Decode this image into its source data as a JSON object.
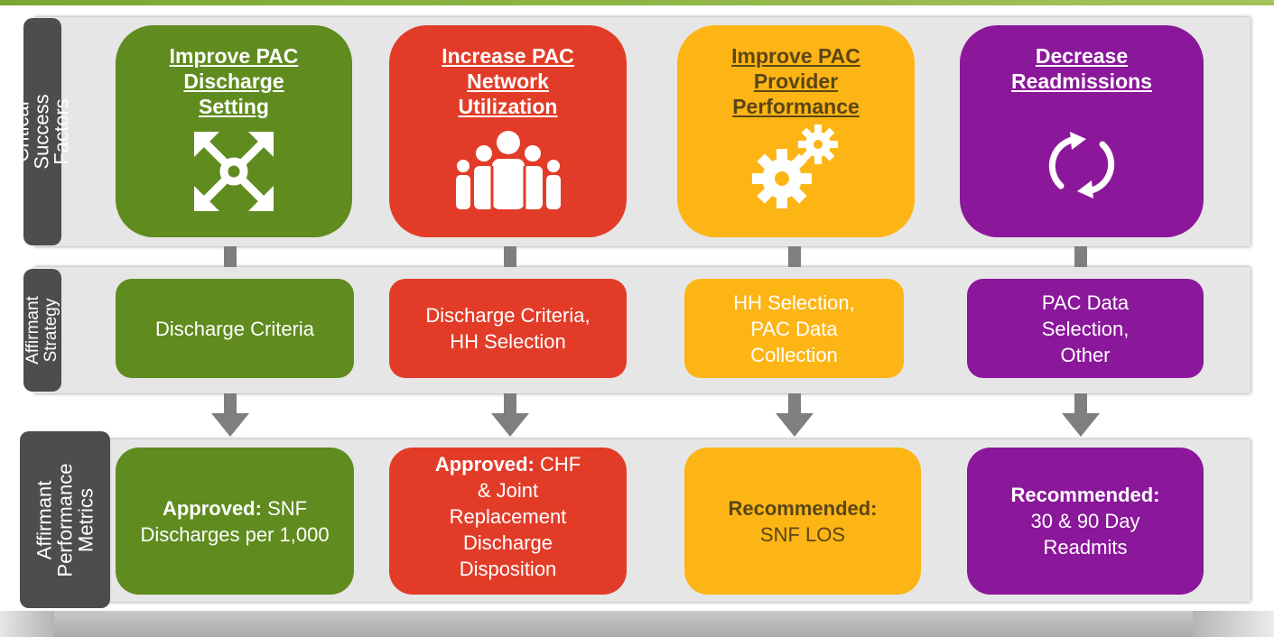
{
  "row_labels": {
    "csf": "Critical Success\nFactors",
    "strategy": "Affirmant\nStrategy",
    "metrics": "Affirmant\nPerformance\nMetrics"
  },
  "columns": [
    {
      "color": "#5f8b1f",
      "csf_title": "Improve PAC\nDischarge\nSetting",
      "icon": "expand-arrows-icon",
      "strategy": "Discharge Criteria",
      "metric_bold": "Approved:",
      "metric_text": "SNF Discharges per 1,000"
    },
    {
      "color": "#e23c29",
      "csf_title": "Increase PAC\nNetwork\nUtilization",
      "icon": "people-group-icon",
      "strategy": "Discharge Criteria,\nHH Selection",
      "metric_bold": "Approved:",
      "metric_text": "CHF & Joint Replacement Discharge Disposition"
    },
    {
      "color": "#fdb516",
      "csf_title": "Improve PAC\nProvider\nPerformance",
      "icon": "gears-icon",
      "strategy": "HH Selection,\nPAC Data\nCollection",
      "metric_bold": "Recommended:",
      "metric_text": "SNF LOS"
    },
    {
      "color": "#8b179b",
      "csf_title": "Decrease\nReadmissions",
      "icon": "refresh-cycle-icon",
      "strategy": "PAC Data\nSelection,\nOther",
      "metric_bold": "Recommended:",
      "metric_text": "30 & 90 Day Readmits"
    }
  ]
}
